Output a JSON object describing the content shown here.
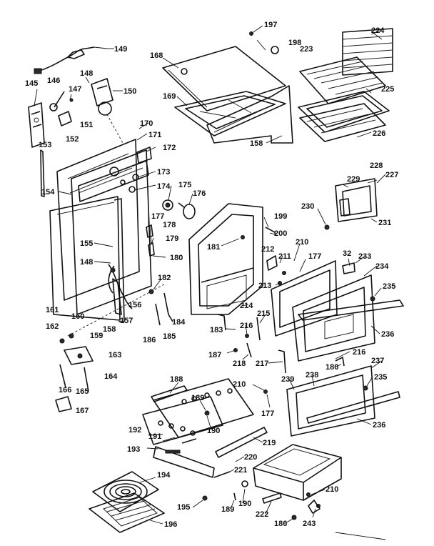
{
  "diagram": {
    "callouts": {
      "c149": "149",
      "c145": "145",
      "c146": "146",
      "c147": "147",
      "c148a": "148",
      "c150": "150",
      "c151": "151",
      "c152": "152",
      "c153": "153",
      "c154": "154",
      "c155": "155",
      "c148b": "148",
      "c156": "156",
      "c157": "157",
      "c158a": "158",
      "c160": "160",
      "c161": "161",
      "c162": "162",
      "c159": "159",
      "c163": "163",
      "c164": "164",
      "c165": "165",
      "c166": "166",
      "c167": "167",
      "c168": "168",
      "c169": "169",
      "c158b": "158",
      "c170": "170",
      "c171": "171",
      "c172": "172",
      "c173": "173",
      "c174": "174",
      "c175": "175",
      "c176": "176",
      "c177a": "177",
      "c178": "178",
      "c179": "179",
      "c180a": "180",
      "c181": "181",
      "c182": "182",
      "c184": "184",
      "c185": "185",
      "c186a": "186",
      "c183": "183",
      "c187": "187",
      "c188": "188",
      "c189a": "189",
      "c190a": "190",
      "c191": "191",
      "c192": "192",
      "c193": "193",
      "c194": "194",
      "c195": "195",
      "c196": "196",
      "c197": "197",
      "c198": "198",
      "c199": "199",
      "c200": "200",
      "c210a": "210",
      "c212": "212",
      "c211": "211",
      "c177b": "177",
      "c213": "213",
      "c214": "214",
      "c215": "215",
      "c216a": "216",
      "c218": "218",
      "c217": "217",
      "c223": "223",
      "c224": "224",
      "c225": "225",
      "c226": "226",
      "c227": "227",
      "c228": "228",
      "c229": "229",
      "c230": "230",
      "c231": "231",
      "c32": "32",
      "c233": "233",
      "c234": "234",
      "c235a": "235",
      "c236a": "236",
      "c216b": "216",
      "c180b": "180",
      "c237": "237",
      "c235b": "235",
      "c210b": "210",
      "c177c": "177",
      "c239": "239",
      "c238": "238",
      "c236b": "236",
      "c219": "219",
      "c220": "220",
      "c221": "221",
      "c189b": "189",
      "c190b": "190",
      "c222": "222",
      "c186b": "186",
      "c210c": "210",
      "c243": "243"
    }
  }
}
